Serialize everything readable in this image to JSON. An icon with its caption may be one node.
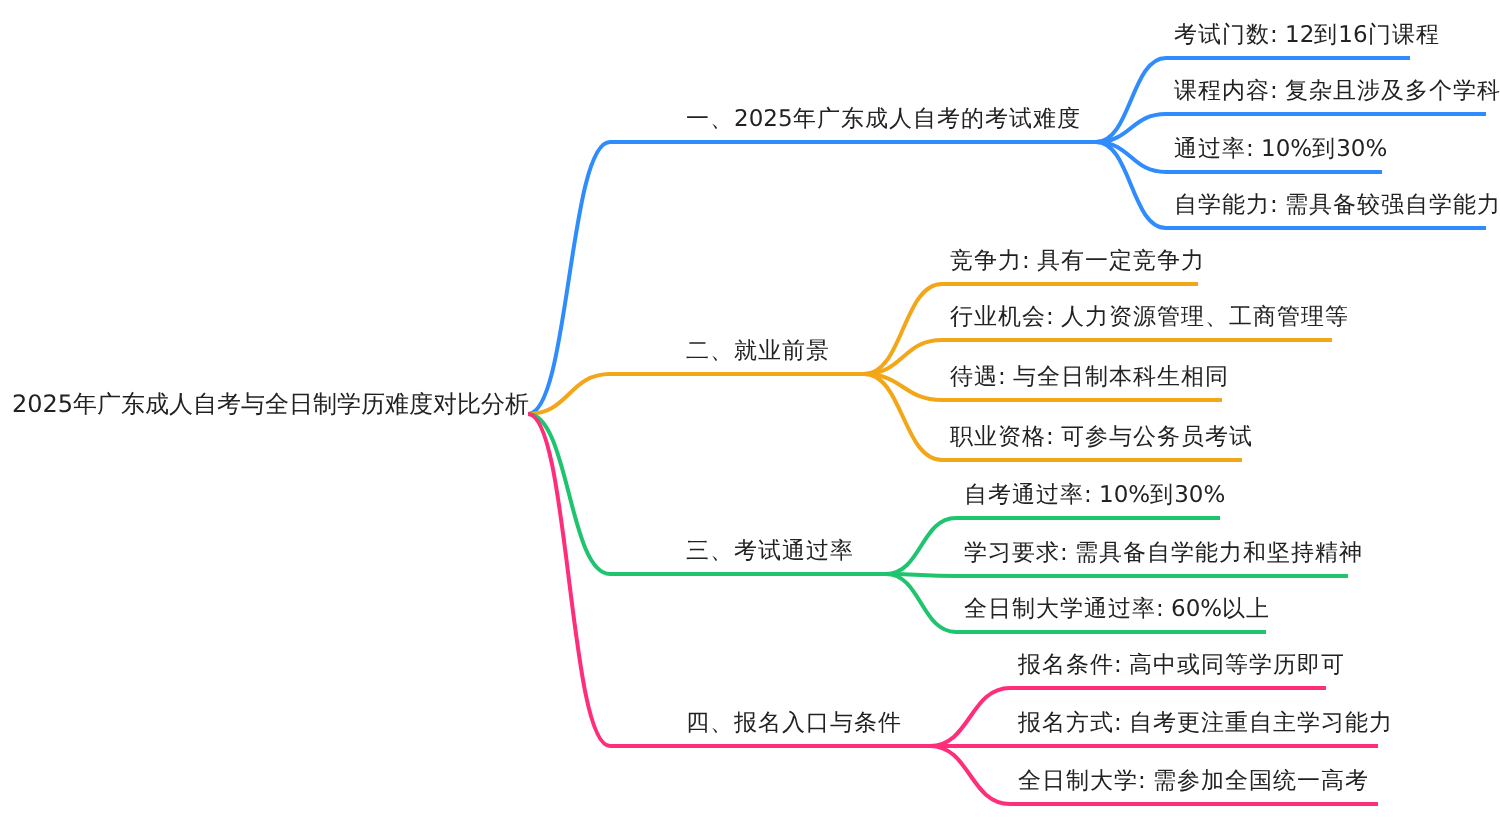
{
  "diagram": {
    "nodes": [
      {
        "text": [
          "2025年广东成人自考与全日制学历难度对比分析"
        ]
      },
      {
        "text": [
          "一、2025年广东成人自考的考试难度"
        ]
      },
      {
        "text": [
          "考试门数: 12到16门课程"
        ]
      },
      {
        "text": [
          "课程内容: 复杂且涉及多个学科"
        ]
      },
      {
        "text": [
          "通过率: 10%到30%"
        ]
      },
      {
        "text": [
          "自学能力: 需具备较强自学能力"
        ]
      },
      {
        "text": [
          "二、就业前景"
        ]
      },
      {
        "text": [
          "竞争力: 具有一定竞争力"
        ]
      },
      {
        "text": [
          "行业机会: 人力资源管理、工商管理等"
        ]
      },
      {
        "text": [
          "待遇: 与全日制本科生相同"
        ]
      },
      {
        "text": [
          "职业资格: 可参与公务员考试"
        ]
      },
      {
        "text": [
          "三、考试通过率"
        ]
      },
      {
        "text": [
          "自考通过率: 10%到30%"
        ]
      },
      {
        "text": [
          "学习要求: 需具备自学能力和坚持精神"
        ]
      },
      {
        "text": [
          "全日制大学通过率: 60%以上"
        ]
      },
      {
        "text": [
          "四、报名入口与条件"
        ]
      },
      {
        "text": [
          "报名条件: 高中或同等学历即可"
        ]
      },
      {
        "text": [
          "报名方式: 自考更注重自主学习能力"
        ]
      },
      {
        "text": [
          "全日制大学: 需参加全国统一高考"
        ]
      }
    ],
    "edges": [
      {
        "from": 0,
        "to": 1,
        "arrow": "none",
        "color": "#2f8cff"
      },
      {
        "from": 1,
        "to": 2,
        "arrow": "none",
        "color": "#2f8cff"
      },
      {
        "from": 1,
        "to": 3,
        "arrow": "none",
        "color": "#2f8cff"
      },
      {
        "from": 1,
        "to": 4,
        "arrow": "none",
        "color": "#2f8cff"
      },
      {
        "from": 1,
        "to": 5,
        "arrow": "none",
        "color": "#2f8cff"
      },
      {
        "from": 0,
        "to": 6,
        "arrow": "none",
        "color": "#f2a618"
      },
      {
        "from": 6,
        "to": 7,
        "arrow": "none",
        "color": "#f2a618"
      },
      {
        "from": 6,
        "to": 8,
        "arrow": "none",
        "color": "#f2a618"
      },
      {
        "from": 6,
        "to": 9,
        "arrow": "none",
        "color": "#f2a618"
      },
      {
        "from": 6,
        "to": 10,
        "arrow": "none",
        "color": "#f2a618"
      },
      {
        "from": 0,
        "to": 11,
        "arrow": "none",
        "color": "#1ec46e"
      },
      {
        "from": 11,
        "to": 12,
        "arrow": "none",
        "color": "#1ec46e"
      },
      {
        "from": 11,
        "to": 13,
        "arrow": "none",
        "color": "#1ec46e"
      },
      {
        "from": 11,
        "to": 14,
        "arrow": "none",
        "color": "#1ec46e"
      },
      {
        "from": 0,
        "to": 15,
        "arrow": "none",
        "color": "#ff2d7a"
      },
      {
        "from": 15,
        "to": 16,
        "arrow": "none",
        "color": "#ff2d7a"
      },
      {
        "from": 15,
        "to": 17,
        "arrow": "none",
        "color": "#ff2d7a"
      },
      {
        "from": 15,
        "to": 18,
        "arrow": "none",
        "color": "#ff2d7a"
      }
    ]
  }
}
